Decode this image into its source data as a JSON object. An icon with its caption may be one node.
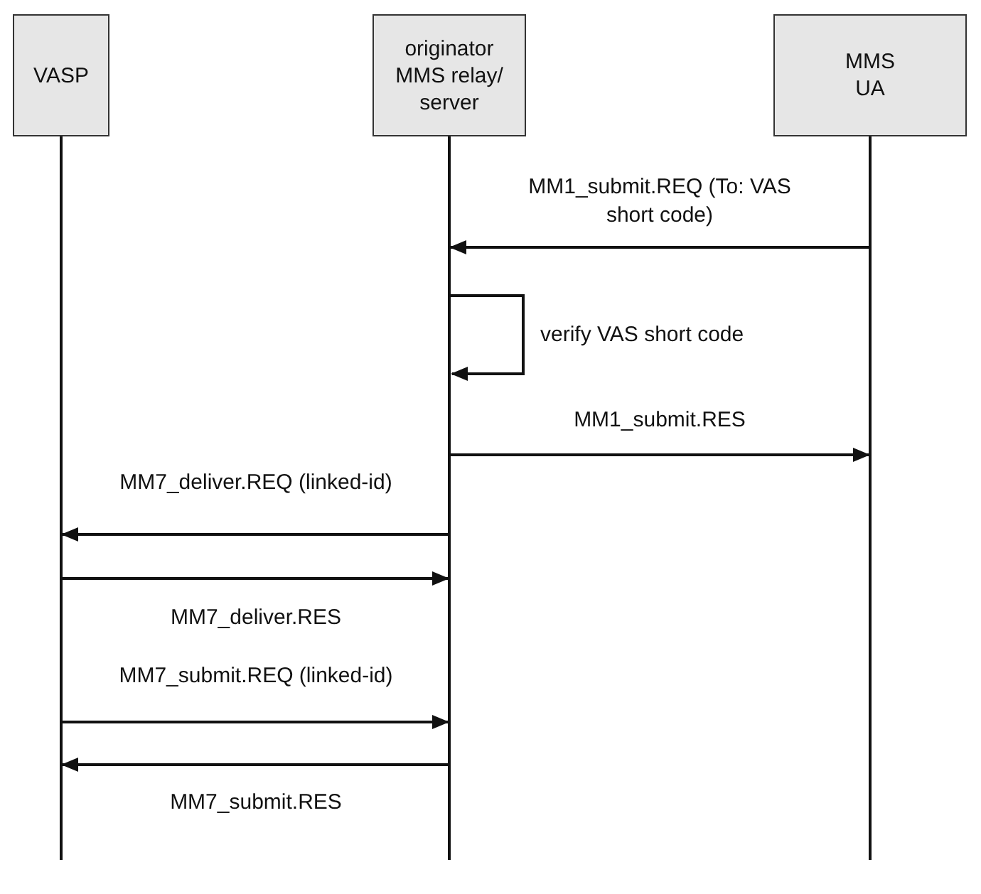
{
  "diagram": {
    "nodes": [
      {
        "text": [
          "VASP"
        ]
      },
      {
        "text": [
          "originator MMS relay/ server"
        ]
      },
      {
        "text": [
          "MMS UA"
        ]
      }
    ],
    "edges": [
      {
        "from": 2,
        "to": 1,
        "arrow": "to",
        "label": "MM1_submit.REQ (To: VAS short code)"
      },
      {
        "from": 1,
        "to": 1,
        "arrow": "to",
        "label": "verify VAS short code"
      },
      {
        "from": 1,
        "to": 2,
        "arrow": "to",
        "label": "MM1_submit.RES"
      },
      {
        "from": 1,
        "to": 0,
        "arrow": "to",
        "label": "MM7_deliver.REQ (linked-id)"
      },
      {
        "from": 0,
        "to": 1,
        "arrow": "to",
        "label": "MM7_deliver.RES"
      },
      {
        "from": 0,
        "to": 1,
        "arrow": "to",
        "label": "MM7_submit.REQ (linked-id)"
      },
      {
        "from": 1,
        "to": 0,
        "arrow": "to",
        "label": "MM7_submit.RES"
      }
    ]
  }
}
